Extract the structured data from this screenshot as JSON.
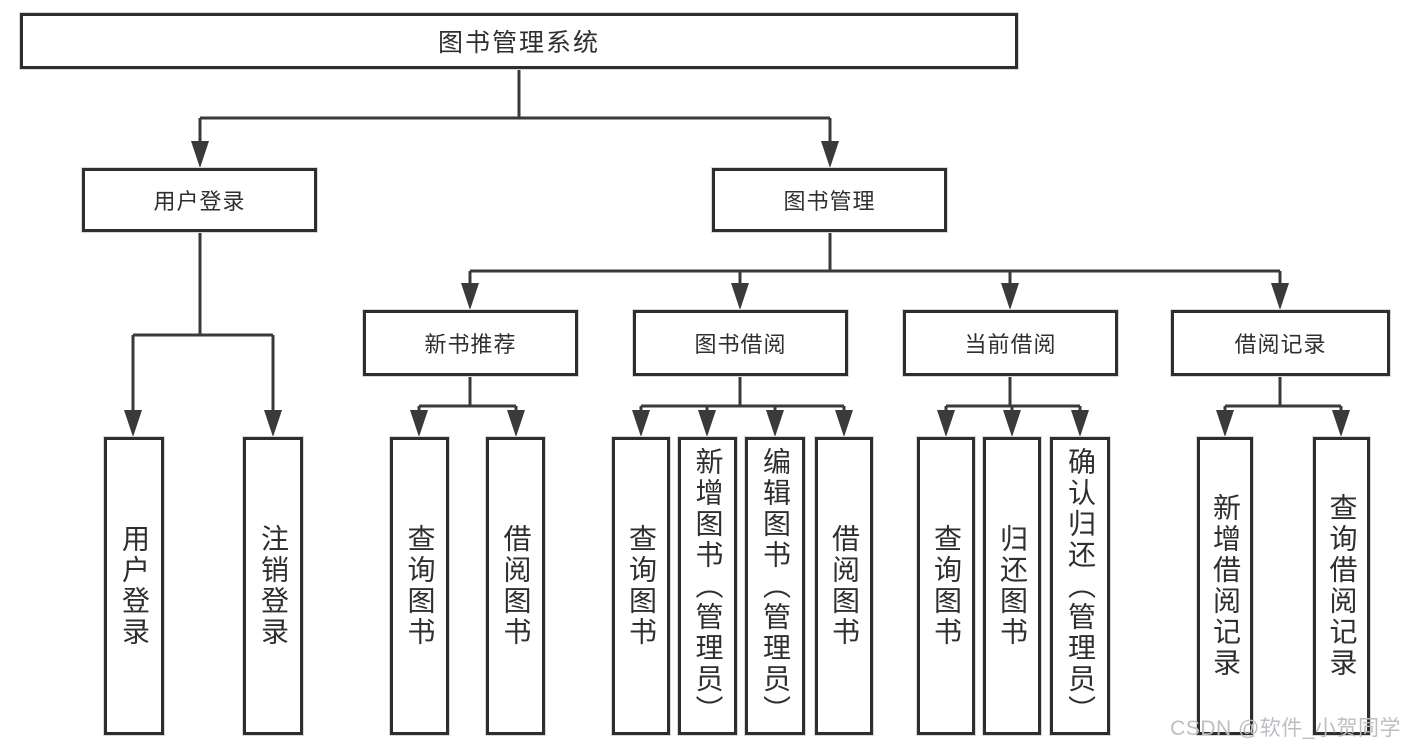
{
  "diagram": {
    "watermark": "CSDN @软件_小贺同学",
    "colors": {
      "background": "#ffffff",
      "line": "#3a3a3a",
      "box_border": "#2d2d2d",
      "text": "#2f2f2f",
      "watermark": "#bcbec2"
    },
    "tree": {
      "root": {
        "label": "图书管理系统"
      },
      "branches": [
        {
          "label": "用户登录",
          "children": [
            {
              "label": "用户登录"
            },
            {
              "label": "注销登录"
            }
          ]
        },
        {
          "label": "图书管理",
          "children": [
            {
              "label": "新书推荐",
              "children": [
                {
                  "label": "查询图书"
                },
                {
                  "label": "借阅图书"
                }
              ]
            },
            {
              "label": "图书借阅",
              "children": [
                {
                  "label": "查询图书"
                },
                {
                  "label": "新增图书（管理员）"
                },
                {
                  "label": "编辑图书（管理员）"
                },
                {
                  "label": "借阅图书"
                }
              ]
            },
            {
              "label": "当前借阅",
              "children": [
                {
                  "label": "查询图书"
                },
                {
                  "label": "归还图书"
                },
                {
                  "label": "确认归还（管理员）"
                }
              ]
            },
            {
              "label": "借阅记录",
              "children": [
                {
                  "label": "新增借阅记录"
                },
                {
                  "label": "查询借阅记录"
                }
              ]
            }
          ]
        }
      ]
    }
  }
}
